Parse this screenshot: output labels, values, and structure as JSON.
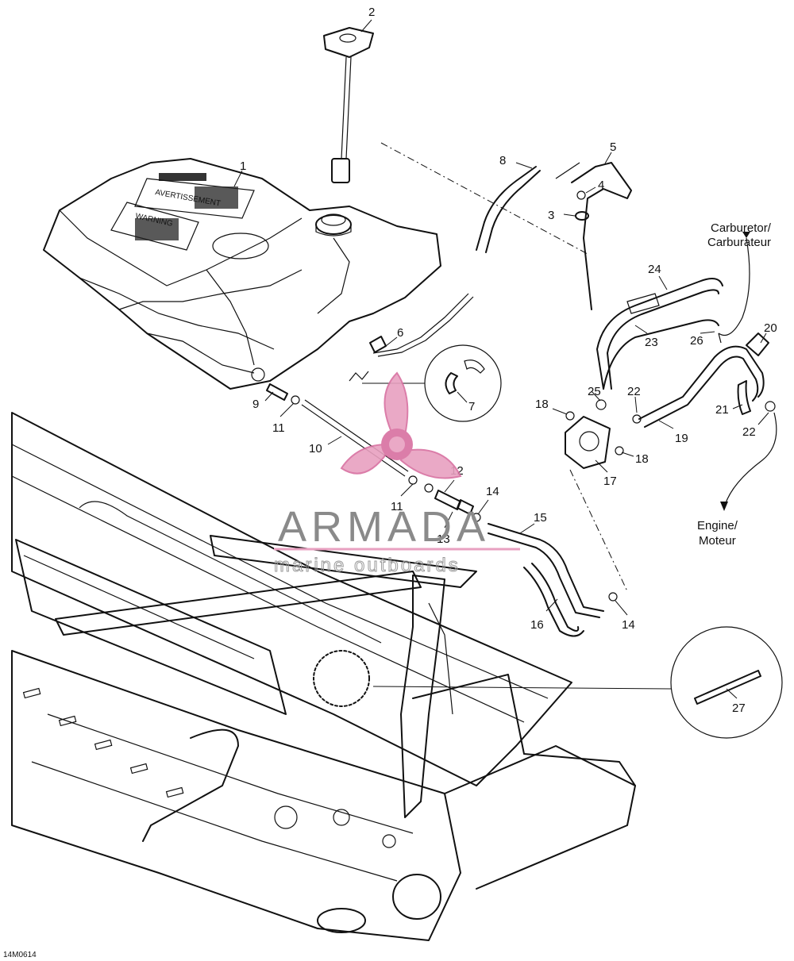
{
  "diagram": {
    "callouts": [
      "1",
      "2",
      "3",
      "4",
      "5",
      "6",
      "7",
      "8",
      "9",
      "10",
      "11",
      "11",
      "12",
      "13",
      "14",
      "14",
      "15",
      "16",
      "17",
      "18",
      "18",
      "19",
      "20",
      "21",
      "22",
      "22",
      "23",
      "24",
      "25",
      "26",
      "27"
    ],
    "destinations": {
      "carburetor_line1": "Carburetor/",
      "carburetor_line2": "Carburateur",
      "engine_line1": "Engine/",
      "engine_line2": "Moteur"
    },
    "tank_labels": {
      "avertissement": "AVERTISSEMENT",
      "warning": "WARNING"
    },
    "reference_code": "14M0614"
  },
  "watermark": {
    "brand": "ARMADA",
    "tagline": "marine outboards",
    "colors": {
      "logo": "#e8a0c0",
      "logo_dark": "#d870a0",
      "text": "#8a8a8a"
    }
  }
}
